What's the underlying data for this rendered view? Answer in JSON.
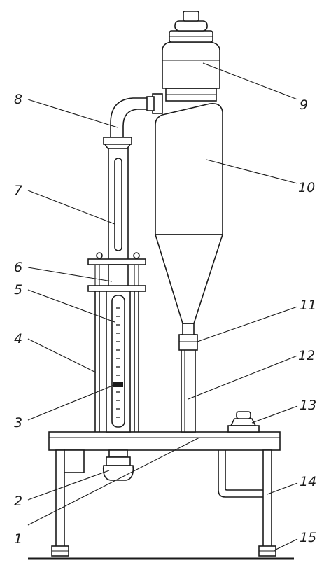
{
  "figure": {
    "callouts": [
      {
        "id": "1",
        "text": "1"
      },
      {
        "id": "2",
        "text": "2"
      },
      {
        "id": "3",
        "text": "3"
      },
      {
        "id": "4",
        "text": "4"
      },
      {
        "id": "5",
        "text": "5"
      },
      {
        "id": "6",
        "text": "6"
      },
      {
        "id": "7",
        "text": "7"
      },
      {
        "id": "8",
        "text": "8"
      },
      {
        "id": "9",
        "text": "9"
      },
      {
        "id": "10",
        "text": "10"
      },
      {
        "id": "11",
        "text": "11"
      },
      {
        "id": "12",
        "text": "12"
      },
      {
        "id": "13",
        "text": "13"
      },
      {
        "id": "14",
        "text": "14"
      },
      {
        "id": "15",
        "text": "15"
      }
    ]
  }
}
